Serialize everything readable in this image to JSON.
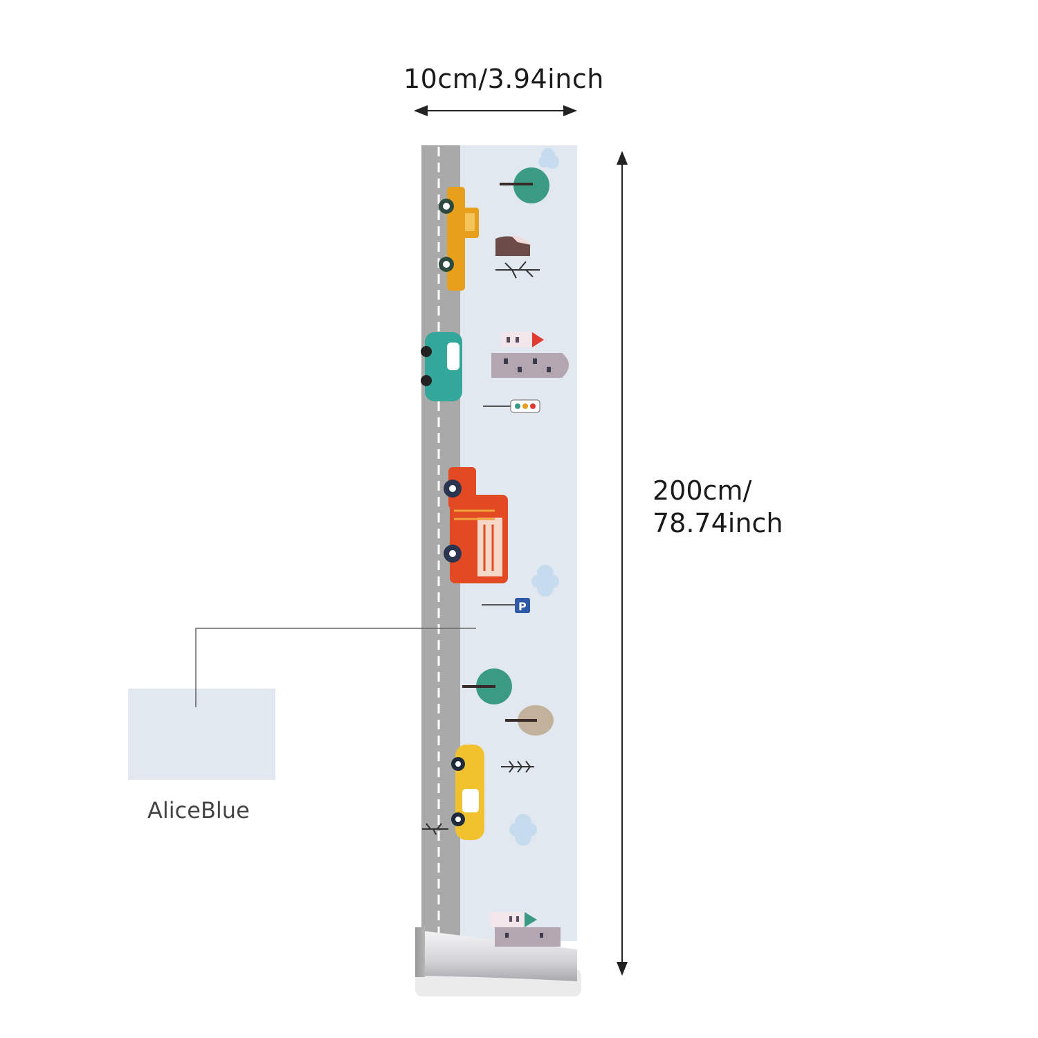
{
  "dimensions": {
    "width_label": "10cm/3.94inch",
    "height_label_line1": "200cm/",
    "height_label_line2": "78.74inch"
  },
  "swatch": {
    "color_name": "AliceBlue",
    "color_hex": "#e1e8f0"
  },
  "colors": {
    "road": "#a9a9a9",
    "background": "#e1e8f0",
    "dimension_line": "#222222",
    "leader_line": "#666666"
  },
  "illustrations": {
    "icons": [
      "pickup-truck-icon",
      "tree-icon",
      "mountain-icon",
      "bare-tree-icon",
      "car-icon",
      "house-icon",
      "building-icon",
      "traffic-light-icon",
      "fire-truck-icon",
      "cloud-icon",
      "parking-sign-icon",
      "taxi-icon",
      "fern-icon"
    ]
  }
}
